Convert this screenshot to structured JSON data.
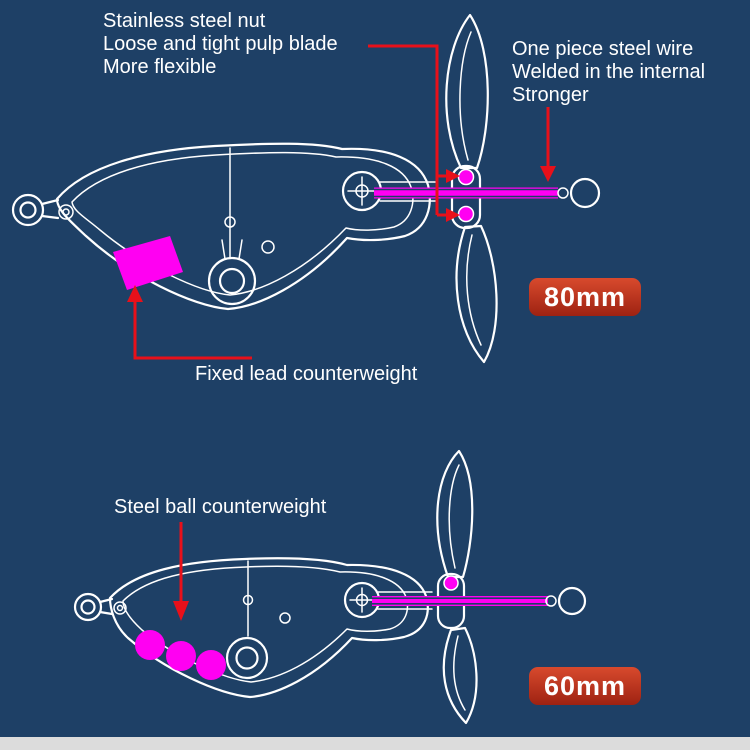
{
  "colors": {
    "background": "#1e4066",
    "line": "#ffffff",
    "magenta": "#ff00f2",
    "callout": "#e8101a",
    "badge_top": "#d84a2d",
    "badge_bottom": "#9e2212",
    "strip": "#dcdcdc",
    "text": "#ffffff"
  },
  "annotations": {
    "blade_note": {
      "lines": [
        "Stainless steel nut",
        "Loose and tight pulp blade",
        "More flexible"
      ]
    },
    "wire_note": {
      "lines": [
        "One piece steel wire",
        "Welded in the internal",
        "Stronger"
      ]
    },
    "lead_note": "Fixed lead counterweight",
    "ball_note": "Steel ball counterweight"
  },
  "badges": {
    "top_length": "80mm",
    "bottom_length": "60mm"
  }
}
